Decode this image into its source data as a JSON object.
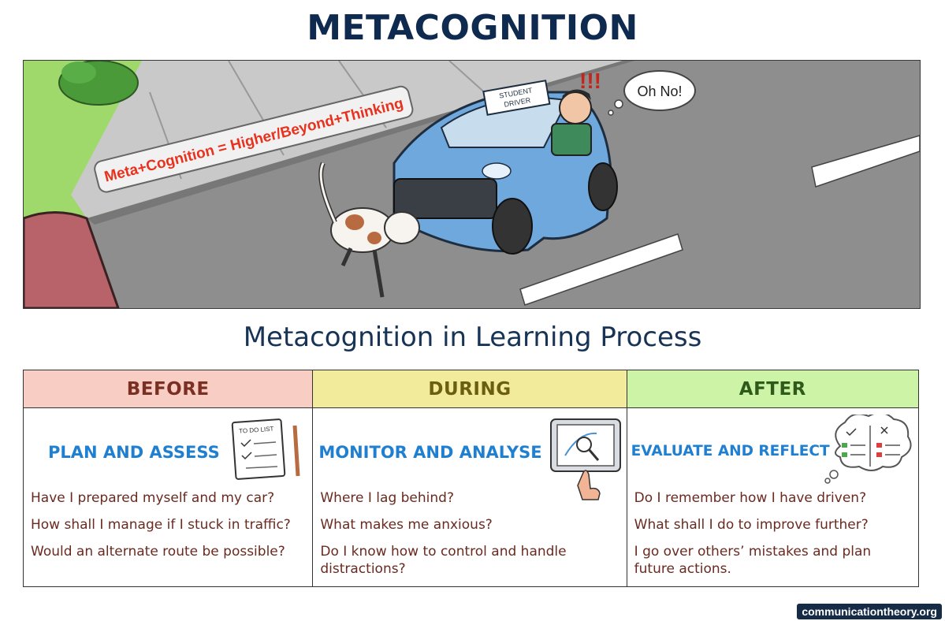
{
  "title": "METACOGNITION",
  "scene": {
    "sign_text": "Meta+Cognition = Higher/Beyond+Thinking",
    "car_sign_line1": "STUDENT",
    "car_sign_line2": "DRIVER",
    "speech_bubble": "Oh No!",
    "exclaim": "!!!",
    "icons": [
      "bush-illustration",
      "dog-illustration",
      "blue-car-illustration",
      "driver-illustration",
      "red-car-illustration"
    ]
  },
  "subtitle": "Metacognition in Learning Process",
  "columns": [
    {
      "header": "BEFORE",
      "stage": "PLAN AND ASSESS",
      "icon": "todo-list-icon",
      "icon_text": "TO DO LIST",
      "questions": [
        "Have I prepared myself and my car?",
        "How shall I manage if I stuck in traffic?",
        "Would an alternate route be possible?"
      ]
    },
    {
      "header": "DURING",
      "stage": "MONITOR AND ANALYSE",
      "icon": "monitor-touch-icon",
      "questions": [
        "Where I lag behind?",
        "What makes me anxious?",
        "Do I know how to control and handle distractions?"
      ]
    },
    {
      "header": "AFTER",
      "stage": "EVALUATE AND REFLECT",
      "icon": "thought-checklist-icon",
      "questions": [
        "Do I remember how I have driven?",
        "What shall I do to improve further?",
        "I go over others’ mistakes and plan future actions."
      ]
    }
  ],
  "colors": {
    "before_header_bg": "#f8cdc4",
    "during_header_bg": "#f3eb9c",
    "after_header_bg": "#cdf3a7",
    "stage_text": "#1f7fd0",
    "question_text": "#6a2a20",
    "title_text": "#0f2a4f",
    "sign_text": "#e8321e",
    "car_blue": "#6fa8dc"
  },
  "brand": "communicationtheory.org"
}
